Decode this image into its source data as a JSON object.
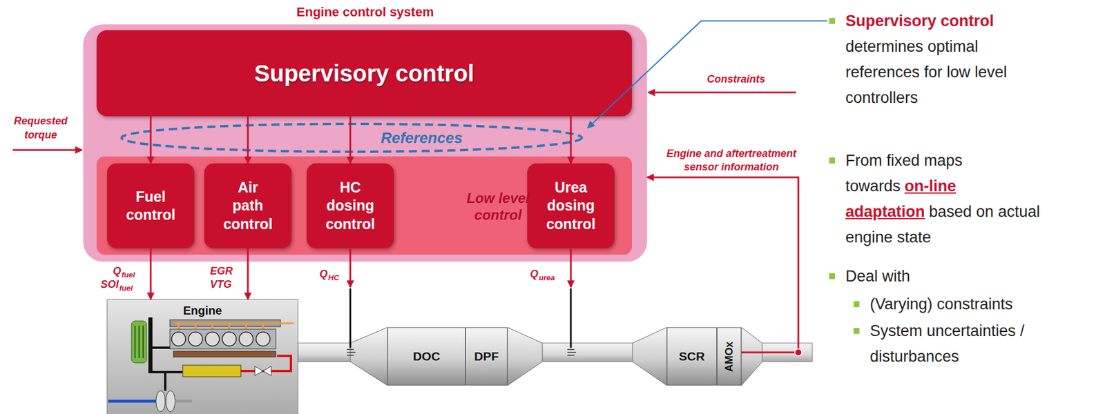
{
  "diagram": {
    "nodes": [
      {
        "text": [
          "Engine control system"
        ]
      },
      {
        "text": [
          "Supervisory control"
        ],
        "in": 0
      },
      {
        "text": [
          "References"
        ],
        "in": 0
      },
      {
        "text": [
          "Low level control"
        ],
        "in": 0
      },
      {
        "text": [
          "Fuel control"
        ],
        "in": 3
      },
      {
        "text": [
          "Air path control"
        ],
        "in": 3
      },
      {
        "text": [
          "HC dosing control"
        ],
        "in": 3
      },
      {
        "text": [
          "Urea dosing control"
        ],
        "in": 3
      },
      {
        "text": [
          "Engine"
        ]
      },
      {
        "text": [
          "DOC"
        ]
      },
      {
        "text": [
          "DPF"
        ]
      },
      {
        "text": [
          "SCR"
        ]
      },
      {
        "text": [
          "AMOx"
        ]
      }
    ],
    "edges": [
      {
        "from": 1,
        "to": 4,
        "arrow": "to"
      },
      {
        "from": 1,
        "to": 5,
        "arrow": "to"
      },
      {
        "from": 1,
        "to": 6,
        "arrow": "to"
      },
      {
        "from": 1,
        "to": 7,
        "arrow": "to"
      },
      {
        "from": 4,
        "to": 8,
        "arrow": "to"
      },
      {
        "from": 5,
        "to": 8,
        "arrow": "to"
      },
      {
        "from": 12,
        "to": 0,
        "label": "Engine and aftertreatment sensor information",
        "arrow": "to"
      }
    ],
    "labels": [
      "Requested torque",
      "Constraints",
      "Q",
      "fuel",
      "SOI",
      "fuel",
      "EGR",
      "VTG",
      "Q",
      "HC",
      "Q",
      "urea",
      "Supervisory control",
      "determines optimal references for low level controllers",
      "From fixed maps towards",
      "on-line adaptation",
      "based on actual engine state",
      "Deal with",
      "(Varying) constraints",
      "System uncertainties / disturbances"
    ]
  }
}
